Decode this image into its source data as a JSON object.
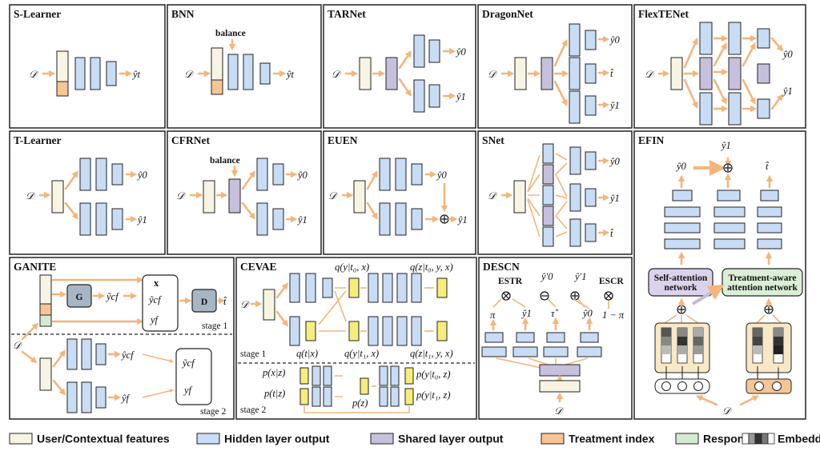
{
  "panels": {
    "slearner": {
      "title": "S-Learner"
    },
    "bnn": {
      "title": "BNN",
      "balance": "balance"
    },
    "tarnet": {
      "title": "TARNet"
    },
    "dragonnet": {
      "title": "DragonNet"
    },
    "flextenet": {
      "title": "FlexTENet"
    },
    "tlearner": {
      "title": "T-Learner"
    },
    "cfrnet": {
      "title": "CFRNet",
      "balance": "balance"
    },
    "euen": {
      "title": "EUEN"
    },
    "snet": {
      "title": "SNet"
    },
    "efin": {
      "title": "EFIN",
      "self_attention": [
        "Self-attention",
        "network"
      ],
      "treatment_aware": [
        "Treatment-aware",
        "attention network"
      ]
    },
    "ganite": {
      "title": "GANITE",
      "g": "G",
      "d": "D",
      "stage1": "stage 1",
      "stage2": "stage 2"
    },
    "cevae": {
      "title": "CEVAE",
      "stage1": "stage 1",
      "stage2": "stage 2",
      "top_labels": [
        "q(y|t₀, x)",
        "q(z|t₀, y, x)"
      ],
      "mid_labels": [
        "q(t|x)",
        "q(y|t₁, x)",
        "q(z|t₁, y, x)"
      ],
      "bottom_labels": [
        "p(x|z)",
        "p(t|z)",
        "p(z)",
        "p(y|t₀, z)",
        "p(y|t₁, z)"
      ]
    },
    "descn": {
      "title": "DESCN",
      "estr": "ESTR",
      "escr": "ESCR",
      "one_minus_pi": "1 − π"
    }
  },
  "symbols": {
    "D": "𝒟",
    "yt": "ŷt",
    "y0": "ŷ0",
    "y1": "ŷ1",
    "t": "t̂",
    "pi": "π",
    "tau": "τ̂",
    "y0p": "ŷ′0",
    "y1p": "ŷ′1",
    "x": "x",
    "ycf_tilde": "ỹcf",
    "ycf_hat": "ŷcf",
    "yf": "yf",
    "yf_hat": "ŷf"
  },
  "legend": {
    "items": [
      {
        "label": "User/Contextual features",
        "color": "#f8f4e4"
      },
      {
        "label": "Hidden layer output",
        "color": "#c8dcf5"
      },
      {
        "label": "Shared layer output",
        "color": "#c7c0dc"
      },
      {
        "label": "Treatment index",
        "color": "#f6c596"
      },
      {
        "label": "Response",
        "color": "#d5ead3"
      },
      {
        "label": "Embedding",
        "color": "#444444"
      }
    ]
  }
}
